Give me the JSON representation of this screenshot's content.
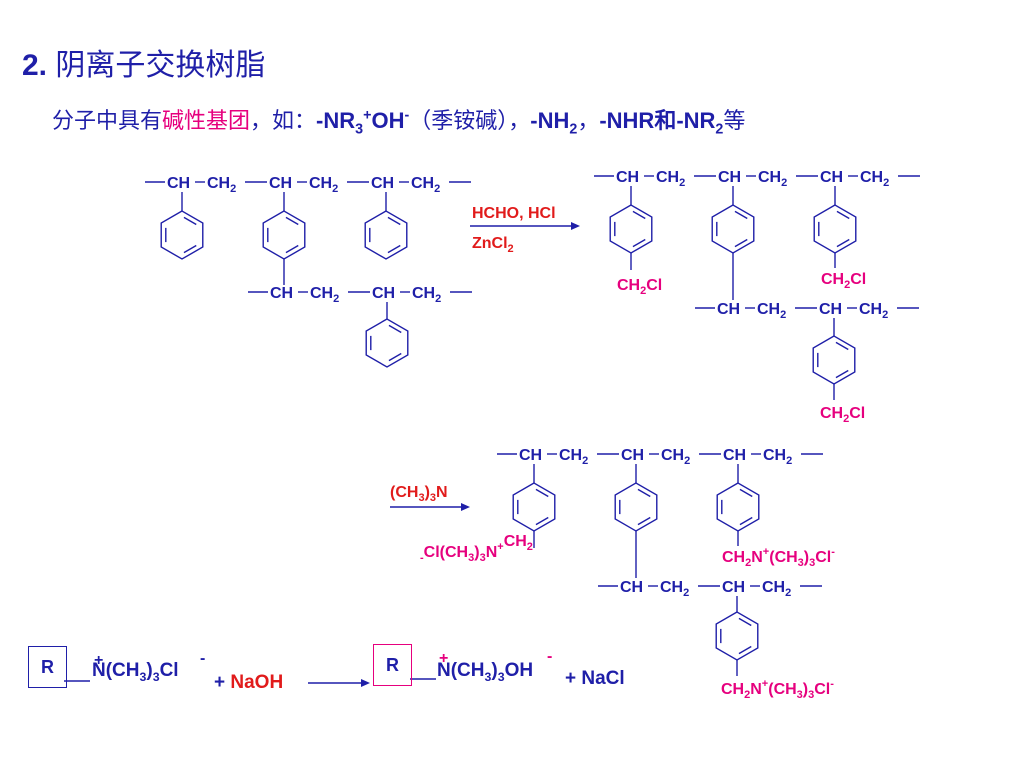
{
  "heading": {
    "number": "2.",
    "text": "阴离子交换树脂"
  },
  "subtitle": {
    "pre": "分子中具有",
    "highlight": "碱性基团",
    "mid": "，如：",
    "g1_a": "-NR",
    "g1_sub": "3",
    "g1_sup": "+",
    "g1_b": "OH",
    "g1_sup2": "-",
    "g1_paren": "（季铵碱），",
    "g2_a": "-NH",
    "g2_sub": "2",
    "sep": "，",
    "g3": "-NHR和-NR",
    "g3_sub": "2",
    "tail": "等"
  },
  "labels": {
    "ch": "CH",
    "ch2": "CH",
    "two": "2",
    "ch2cl": "CH",
    "cl": "Cl",
    "reagent1_line1": "HCHO, HCl",
    "reagent1_line2": "ZnCl",
    "reagent2_a": "(CH",
    "reagent2_sub": "3",
    "reagent2_b": ")",
    "reagent2_sub2": "3",
    "reagent2_c": "N",
    "quat_left": "Cl(CH",
    "quat_right_a": "CH",
    "quat_right_b": "N",
    "quat_right_c": "(CH",
    "quat_right_d": ")",
    "quat_right_e": "Cl",
    "sup_minus": "-",
    "sup_plus": "+",
    "three": "3"
  },
  "equation": {
    "r": "R",
    "plus_charge": "+",
    "minus_charge": "-",
    "n_left": "N(CH",
    "n_sub": "3",
    "n_mid": ")",
    "n_sub2": "3",
    "cl": "Cl",
    "plus": "+",
    "naoh": "NaOH",
    "oh": "OH",
    "nacl": "+ NaCl"
  },
  "colors": {
    "blue": "#1f1fa8",
    "pink": "#e6007e",
    "red": "#e11b1b"
  }
}
